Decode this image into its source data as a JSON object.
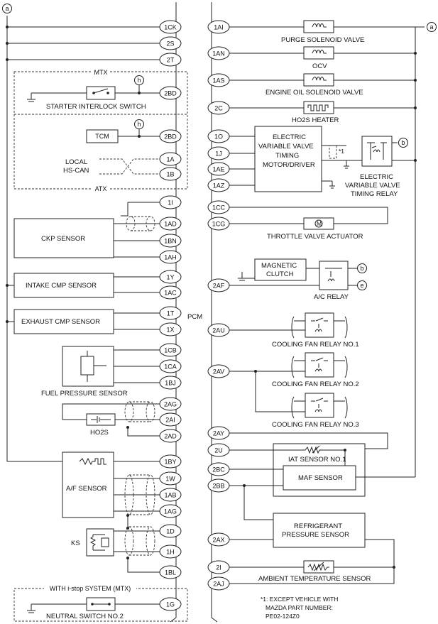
{
  "connector_label": "PCM",
  "pins_left": [
    "1CK",
    "2S",
    "2T",
    "2BD",
    "2BD",
    "1A",
    "1B",
    "1I",
    "1AD",
    "1BN",
    "1AH",
    "1Y",
    "1AC",
    "1T",
    "1X",
    "1CB",
    "1CA",
    "1BJ",
    "2AG",
    "2AI",
    "2AD",
    "1BY",
    "1W",
    "1AB",
    "1AG",
    "1D",
    "1H",
    "1BL",
    "1G"
  ],
  "pins_right": [
    "1AI",
    "1AN",
    "1AS",
    "2C",
    "1O",
    "1J",
    "1AE",
    "1AZ",
    "1CC",
    "1CG",
    "2AF",
    "2AU",
    "2AV",
    "2AY",
    "2U",
    "2BC",
    "2BB",
    "2AX",
    "2I",
    "2AJ"
  ],
  "ground_ref": "a",
  "ref_h": "h",
  "ref_b": "b",
  "ref_e": "e",
  "star_note": "*1",
  "left": {
    "mtx_group": "MTX",
    "starter_interlock": "STARTER INTERLOCK SWITCH",
    "tcm": "TCM",
    "local_hs_can_1": "LOCAL",
    "local_hs_can_2": "HS-CAN",
    "atx_group": "ATX",
    "ckp_sensor": "CKP SENSOR",
    "intake_cmp": "INTAKE CMP SENSOR",
    "exhaust_cmp": "EXHAUST CMP SENSOR",
    "fuel_pressure": "FUEL PRESSURE SENSOR",
    "ho2s": "HO2S",
    "af_sensor": "A/F SENSOR",
    "ks": "KS",
    "istop_group": "WITH i-stop SYSTEM (MTX)",
    "neutral_switch": "NEUTRAL SWITCH NO.2"
  },
  "right": {
    "purge": "PURGE SOLENOID VALVE",
    "ocv": "OCV",
    "engine_oil": "ENGINE OIL SOLENOID VALVE",
    "ho2s_heater": "HO2S HEATER",
    "evvt_1": "ELECTRIC",
    "evvt_2": "VARIABLE VALVE",
    "evvt_3": "TIMING",
    "evvt_4": "MOTOR/DRIVER",
    "evvt_relay_1": "ELECTRIC",
    "evvt_relay_2": "VARIABLE VALVE",
    "evvt_relay_3": "TIMING RELAY",
    "throttle": "THROTTLE VALVE ACTUATOR",
    "mag_clutch_1": "MAGNETIC",
    "mag_clutch_2": "CLUTCH",
    "ac_relay": "A/C RELAY",
    "fan1": "COOLING FAN RELAY NO.1",
    "fan2": "COOLING FAN RELAY NO.2",
    "fan3": "COOLING FAN RELAY NO.3",
    "iat": "IAT SENSOR NO.1",
    "maf": "MAF SENSOR",
    "refrig_1": "REFRIGERANT",
    "refrig_2": "PRESSURE SENSOR",
    "ambient": "AMBIENT TEMPERATURE SENSOR",
    "note_1": "*1: EXCEPT VEHICLE WITH",
    "note_2": "MAZDA PART NUMBER:",
    "note_3": "PE02-124Z0"
  }
}
